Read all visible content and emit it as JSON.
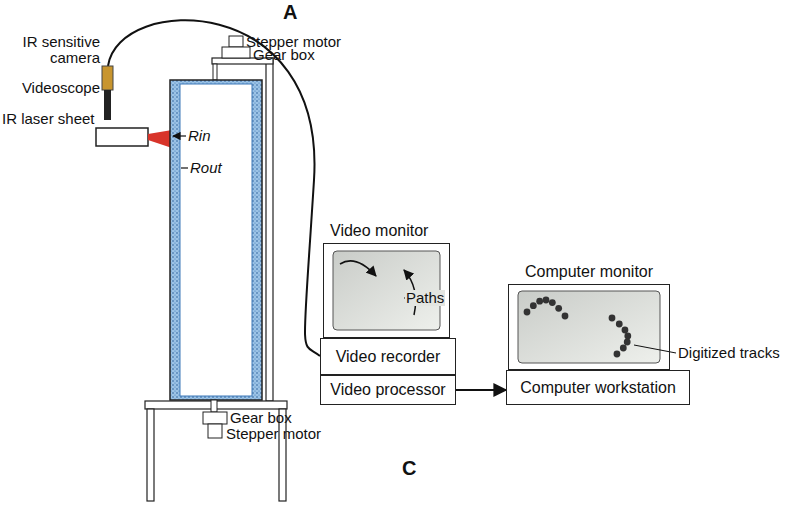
{
  "diagram": {
    "nodes": [
      {
        "text": [
          "Video monitor"
        ]
      },
      {
        "text": [
          "Computer monitor"
        ]
      },
      {
        "text": [
          "Video recorder"
        ]
      },
      {
        "text": [
          "Video processor"
        ]
      },
      {
        "text": [
          "Computer workstation"
        ]
      }
    ],
    "edges": [
      {
        "from": 3,
        "to": 4,
        "arrow": "to"
      }
    ],
    "labels": [
      "A",
      "IR sensitive camera",
      "Stepper motor",
      "Gear box",
      "Videoscope",
      "IR laser sheet",
      "Rin",
      "Rout",
      "Paths",
      "Digitized tracks",
      "Gear box",
      "Stepper motor",
      "C"
    ]
  }
}
